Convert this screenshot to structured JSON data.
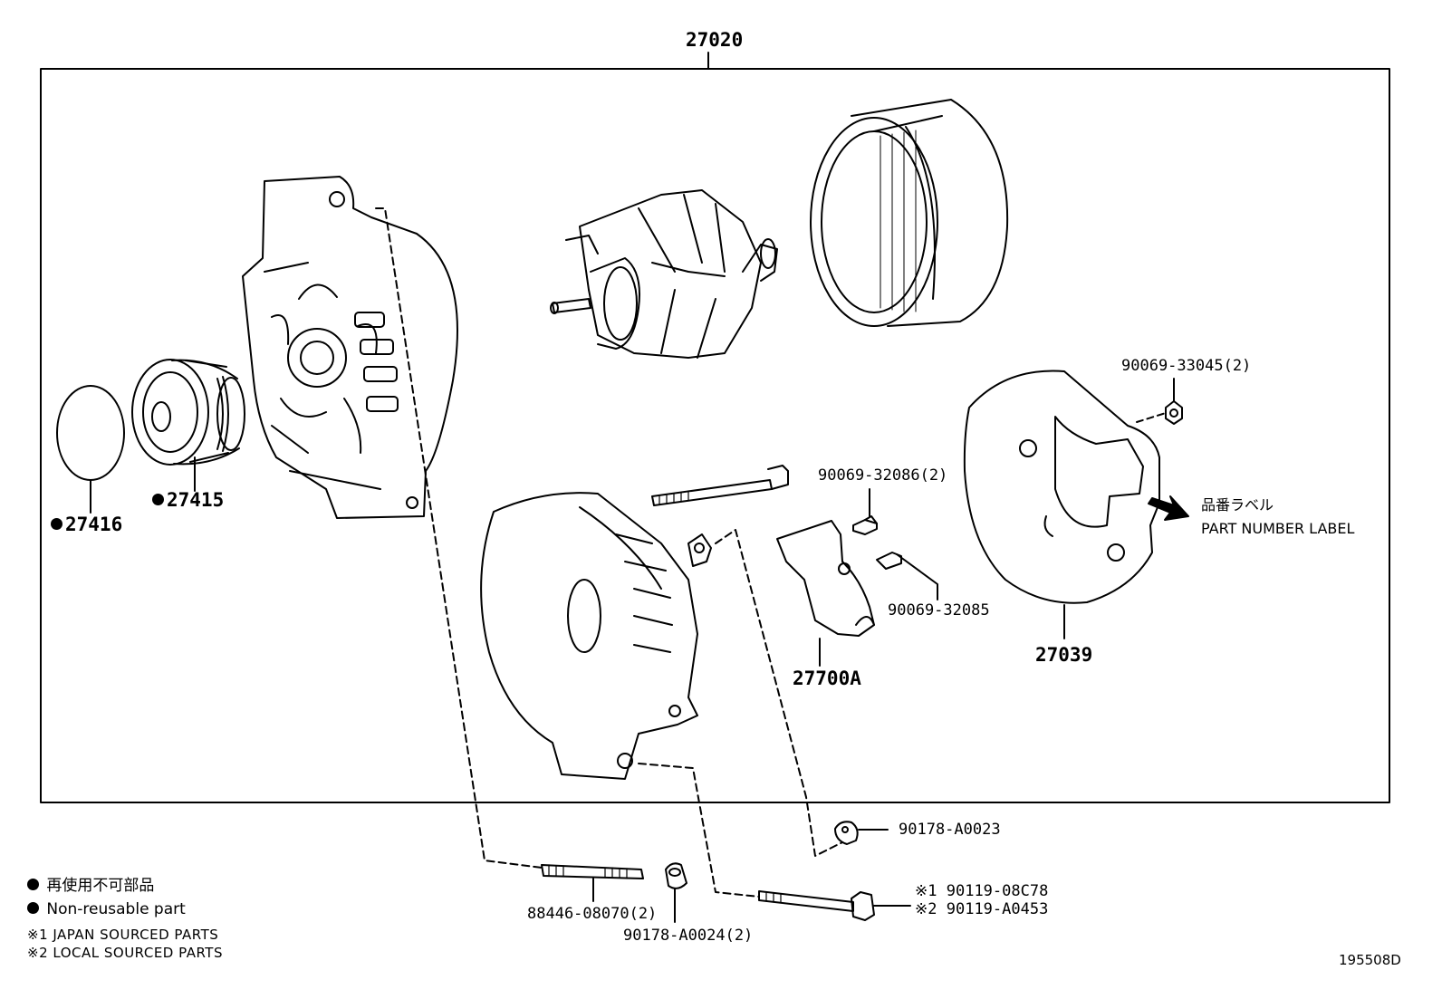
{
  "assembly": {
    "part_number": "27020"
  },
  "callouts": {
    "pulley_cap": "27416",
    "pulley": "27415",
    "rear_cover": "27039",
    "regulator": "27700A",
    "nut_top": "90069-33045(2)",
    "screw_a": "90069-32086(2)",
    "screw_b": "90069-32085",
    "nut_terminal": "90178-A0023",
    "stud": "88446-08070(2)",
    "nut_stud": "90178-A0024(2)",
    "bolt_japan_mark": "※1",
    "bolt_japan": "90119-08C78",
    "bolt_local_mark": "※2",
    "bolt_local": "90119-A0453"
  },
  "label_note": {
    "jp": "品番ラベル",
    "en": "PART NUMBER LABEL"
  },
  "legend": {
    "nonreusable_jp": "再使用不可部品",
    "nonreusable_en": "Non-reusable part",
    "japan": "※1  JAPAN SOURCED PARTS",
    "local": "※2  LOCAL SOURCED PARTS"
  },
  "figure_id": "195508D"
}
